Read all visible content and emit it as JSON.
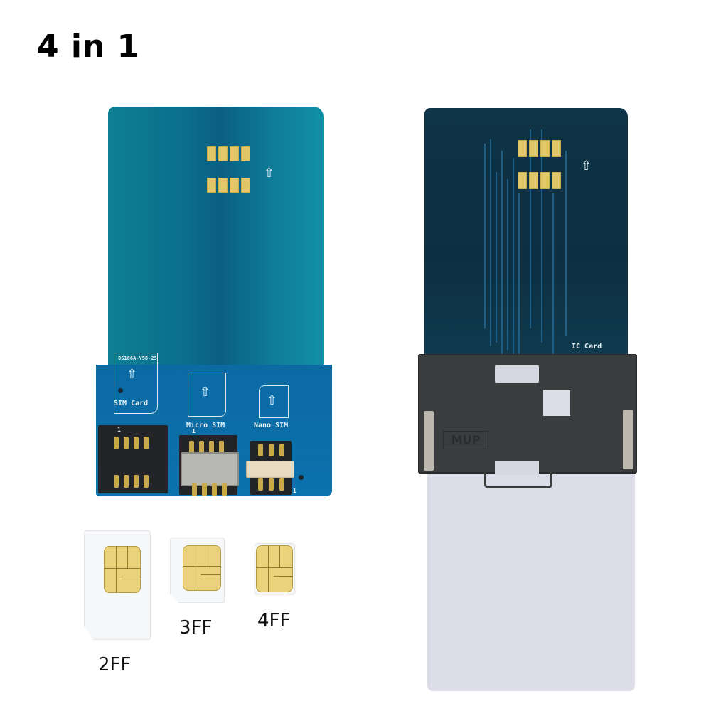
{
  "title": "4 in 1",
  "left_board": {
    "part_number": "0S186A-Y58-25",
    "slot_labels": [
      "SIM Card",
      "Micro SIM",
      "Nano SIM"
    ],
    "pin_marker": "1",
    "arrow_icon": "⇧"
  },
  "right_board": {
    "label": "IC Card",
    "reader_brand": "MUP",
    "arrow_icon": "⇧"
  },
  "sim_cards": [
    {
      "label": "2FF"
    },
    {
      "label": "3FF"
    },
    {
      "label": "4FF"
    }
  ],
  "colors": {
    "pcb_left": "#0b72ad",
    "pcb_right": "#0e3447",
    "gold_pad": "#e2c769",
    "reader": "#3a3c3e",
    "white_card": "#dcdde9"
  }
}
